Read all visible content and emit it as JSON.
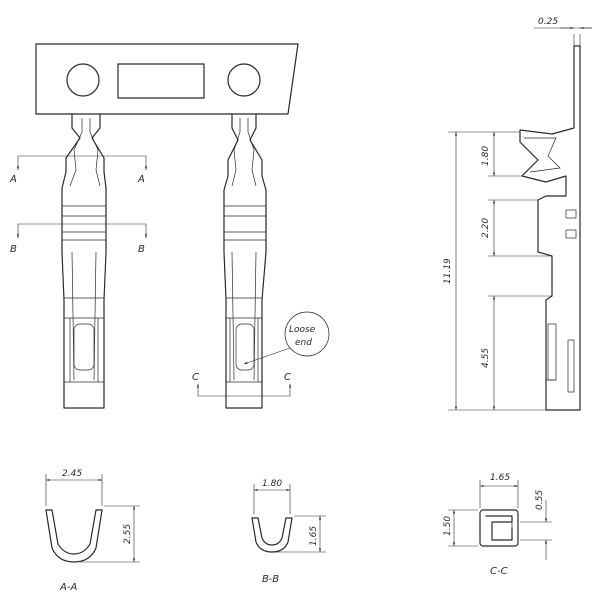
{
  "dimensions": {
    "thickness": "0.25",
    "overall_length": "11.19",
    "upper_segment": "1.80",
    "middle_segment": "2.20",
    "lower_segment": "4.55",
    "aa_width": "2.45",
    "aa_height": "2.55",
    "bb_width": "1.80",
    "bb_height": "1.65",
    "cc_width": "1.65",
    "cc_height": "1.50",
    "cc_wall": "0.55"
  },
  "section_markers": {
    "a_left": "A",
    "a_right": "A",
    "b_left": "B",
    "b_right": "B",
    "c_left": "C",
    "c_right": "C"
  },
  "section_captions": {
    "aa": "A-A",
    "bb": "B-B",
    "cc": "C-C"
  },
  "callout": {
    "line1": "Loose",
    "line2": "end"
  }
}
